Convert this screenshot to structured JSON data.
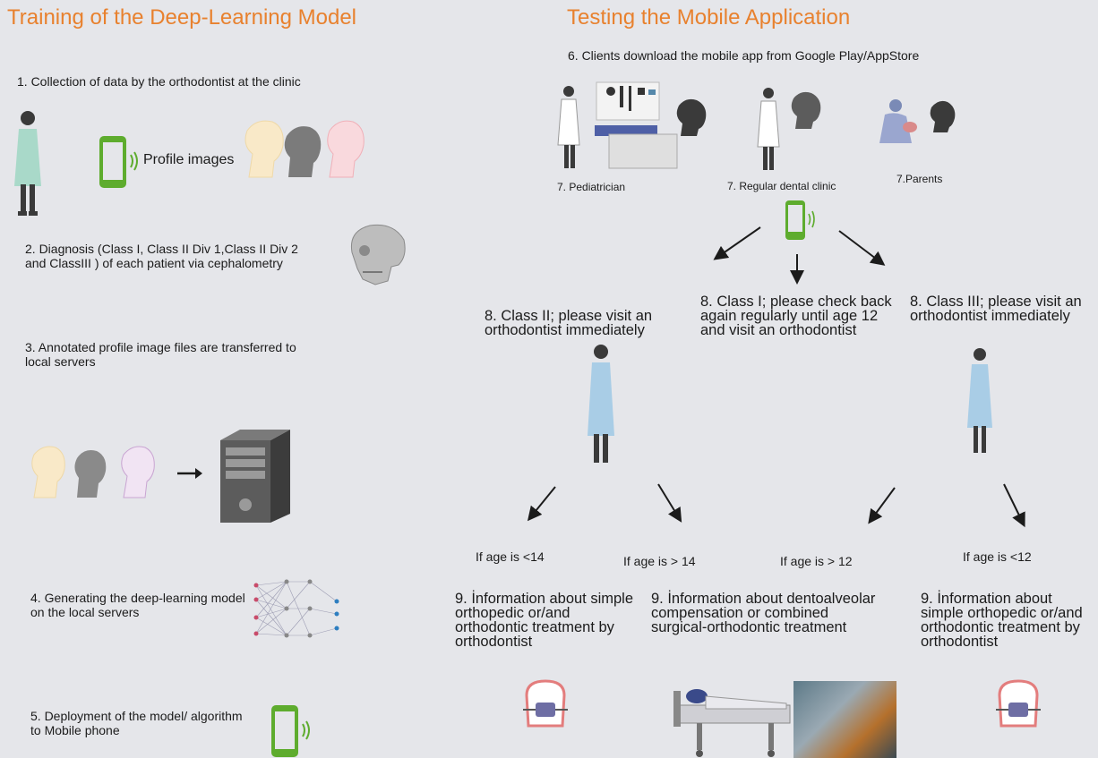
{
  "left": {
    "title": "Training of the Deep-Learning Model",
    "step1": "1. Collection of data  by  the orthodontist at the clinic",
    "profile_images_label": "Profile images",
    "step2": "2. Diagnosis (Class I, Class II Div 1,Class II Div 2 and ClassIII ) of each patient via cephalometry",
    "step3": "3. Annotated profile image files are transferred to local servers",
    "step4": "4. Generating the deep-learning model on the local servers",
    "step5": "5. Deployment of the model/ algorithm to Mobile phone"
  },
  "right": {
    "title": "Testing the Mobile Application",
    "step6": "6. Clients download the mobile app from Google Play/AppStore",
    "pediatrician": "7. Pediatrician",
    "regular_clinic": "7. Regular dental clinic",
    "parents": "7.Parents",
    "class2": "8. Class II; please visit an orthodontist immediately",
    "class1": "8. Class I; please check back again regularly until age 12 and visit an orthodontist",
    "class3": "8. Class III; please visit an orthodontist immediately",
    "age_lt14": "If age is <14",
    "age_gt14": "If age is > 14",
    "age_gt12": "If age is > 12",
    "age_lt12": "If age is <12",
    "info_left": "9. İnformation about simple orthopedic or/and orthodontic treatment by orthodontist",
    "info_mid": "9. İnformation about dentoalveolar compensation or combined surgical-orthodontic treatment",
    "info_right": "9. İnformation about simple orthopedic or/and orthodontic treatment by orthodontist"
  },
  "colors": {
    "title": "#e8812e",
    "phone": "#5eac2e",
    "doctor_coat_teal": "#a9d9c9",
    "doctor_coat_blue": "#a9cde6",
    "silhouette": "#3a3a3a",
    "background": "#e5e6ea"
  }
}
